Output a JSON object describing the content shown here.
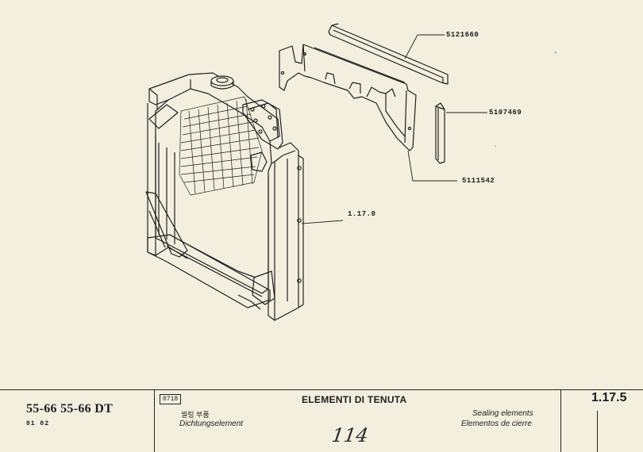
{
  "callouts": [
    {
      "id": "seal-strip",
      "part_no": "5121660"
    },
    {
      "id": "seal-small",
      "part_no": "5107469"
    },
    {
      "id": "seal-panel",
      "part_no": "5111542"
    },
    {
      "id": "radiator",
      "part_no": "1.17.0"
    }
  ],
  "title_block": {
    "models": "55-66 55-66 DT",
    "edition": "01 02",
    "code": "0718",
    "title_it": "ELEMENTI DI TENUTA",
    "title_ko": "씰링 부품",
    "title_de": "Dichtungselement",
    "title_en": "Sealing elements",
    "title_es": "Elementos de cierre",
    "section": "1.17.5",
    "page_handwritten": "114"
  }
}
